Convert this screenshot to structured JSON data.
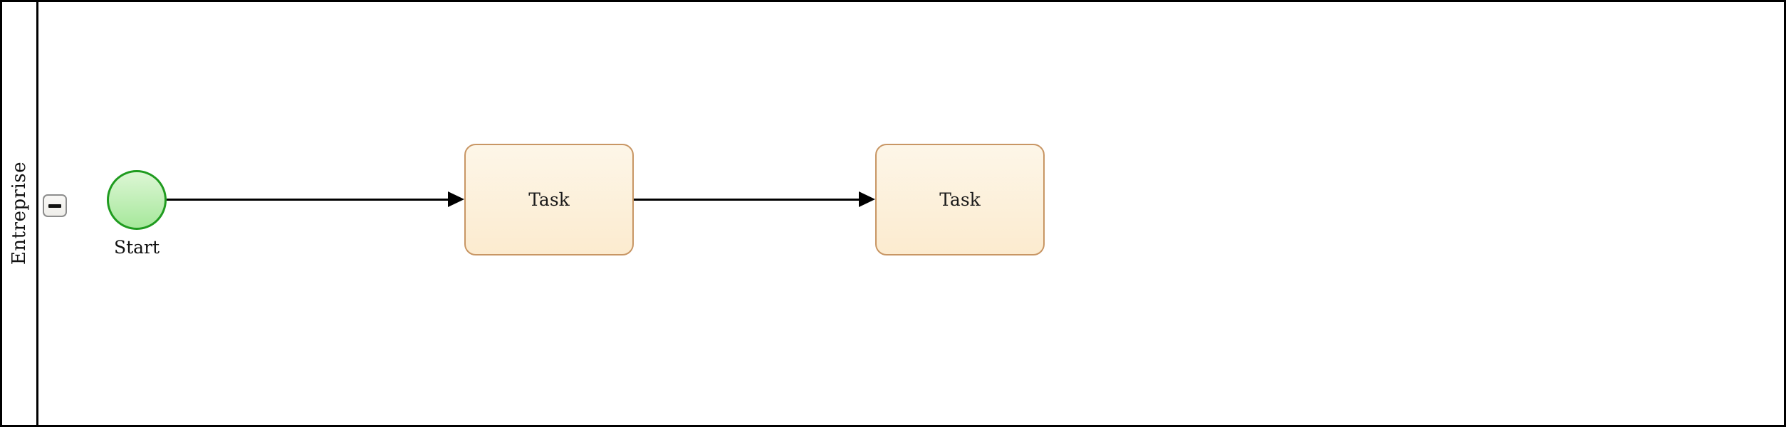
{
  "pool": {
    "label": "Entreprise",
    "collapse_icon": "minus-icon"
  },
  "nodes": {
    "start": {
      "type": "start_event",
      "label": "Start"
    },
    "task1": {
      "type": "task",
      "label": "Task"
    },
    "task2": {
      "type": "task",
      "label": "Task"
    }
  },
  "flows": [
    {
      "from": "start",
      "to": "task1"
    },
    {
      "from": "task1",
      "to": "task2"
    }
  ],
  "colors": {
    "pool_border": "#000000",
    "task_border": "#c89664",
    "task_fill_top": "#fdf6e8",
    "task_fill_bottom": "#fcebcf",
    "start_border": "#1f9b1f",
    "start_fill_top": "#ddf6d5",
    "start_fill_bottom": "#a6e89b",
    "flow_line": "#000000",
    "button_border": "#8d8d8d",
    "button_fill": "#f5f4f1"
  }
}
